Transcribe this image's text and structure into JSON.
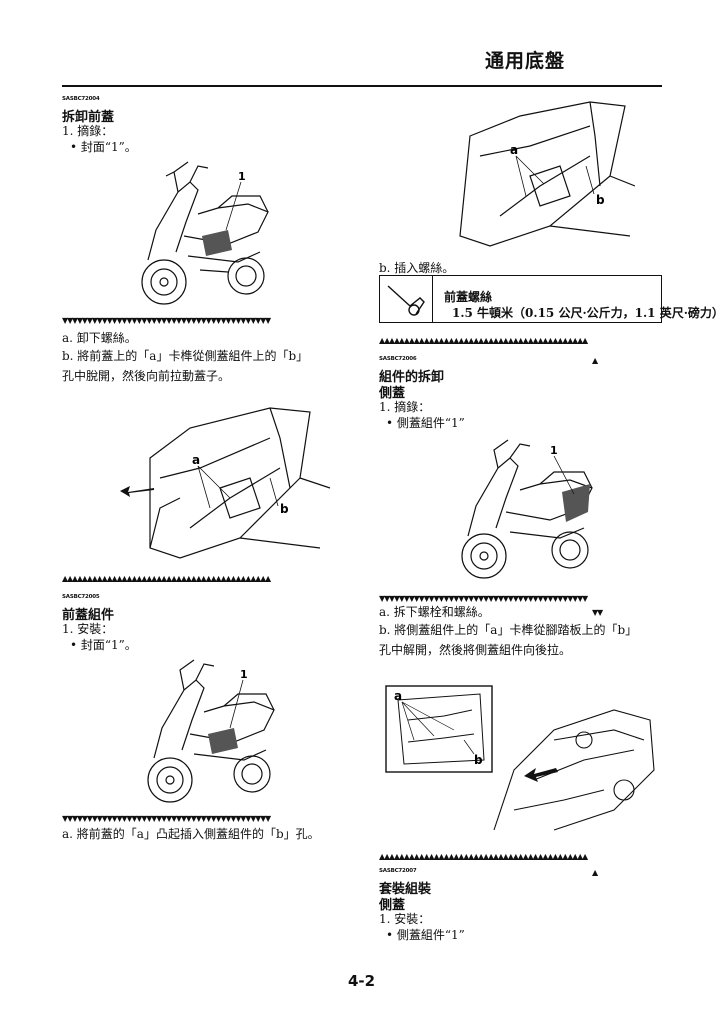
{
  "header": {
    "title": "通用底盤"
  },
  "left": {
    "sec1": {
      "code": "SASBC72004",
      "title": "拆卸前蓋",
      "step1": "1. 摘錄：",
      "item1": "• 封面“1”。",
      "callout": "1",
      "sub_a": "a. 卸下螺絲。",
      "sub_b1": "b. 將前蓋上的「a」卡榫從側蓋組件上的「b」",
      "sub_b2": "孔中脫開，然後向前拉動蓋子。",
      "fig_a": "a",
      "fig_b": "b"
    },
    "sec2": {
      "code": "SASBC72005",
      "title": "前蓋組件",
      "step1": "1. 安裝：",
      "item1": "• 封面“1”。",
      "callout": "1",
      "sub_a": "a. 將前蓋的「a」凸起插入側蓋組件的「b」孔。"
    }
  },
  "right": {
    "top_fig": {
      "a": "a",
      "b": "b"
    },
    "sub_b": "b. 插入螺絲。",
    "spec": {
      "title": "前蓋螺絲",
      "value": "1.5 牛頓米（0.15 公尺·公斤力，1.1 英尺·磅力）",
      "icon": "torque-wrench-icon"
    },
    "sec3": {
      "code": "SASBC72006",
      "title": "組件的拆卸",
      "subtitle": "側蓋",
      "step1": "1. 摘錄：",
      "item1": "• 側蓋組件“1”",
      "callout": "1",
      "sub_a": "a. 拆下螺栓和螺絲。",
      "sub_b1": "b. 將側蓋組件上的「a」卡榫從腳踏板上的「b」",
      "sub_b2": "孔中解開，然後將側蓋組件向後拉。",
      "fig_a": "a",
      "fig_b": "b"
    },
    "sec4": {
      "code": "SASBC72007",
      "title": "套裝組裝",
      "subtitle": "側蓋",
      "step1": "1. 安裝：",
      "item1": "• 側蓋組件“1”"
    }
  },
  "footer": {
    "page": "4-2"
  },
  "marks": {
    "down": "▼▼▼▼▼▼▼▼▼▼▼▼▼▼▼▼▼▼▼▼▼▼▼▼▼▼▼▼▼▼▼▼▼▼▼▼▼▼▼▼▼▼",
    "up": "▲▲▲▲▲▲▲▲▲▲▲▲▲▲▲▲▲▲▲▲▲▲▲▲▲▲▲▲▲▲▲▲▲▲▲▲▲▲▲▲▲▲",
    "down_short": "▼▼",
    "up_one": "▲"
  }
}
